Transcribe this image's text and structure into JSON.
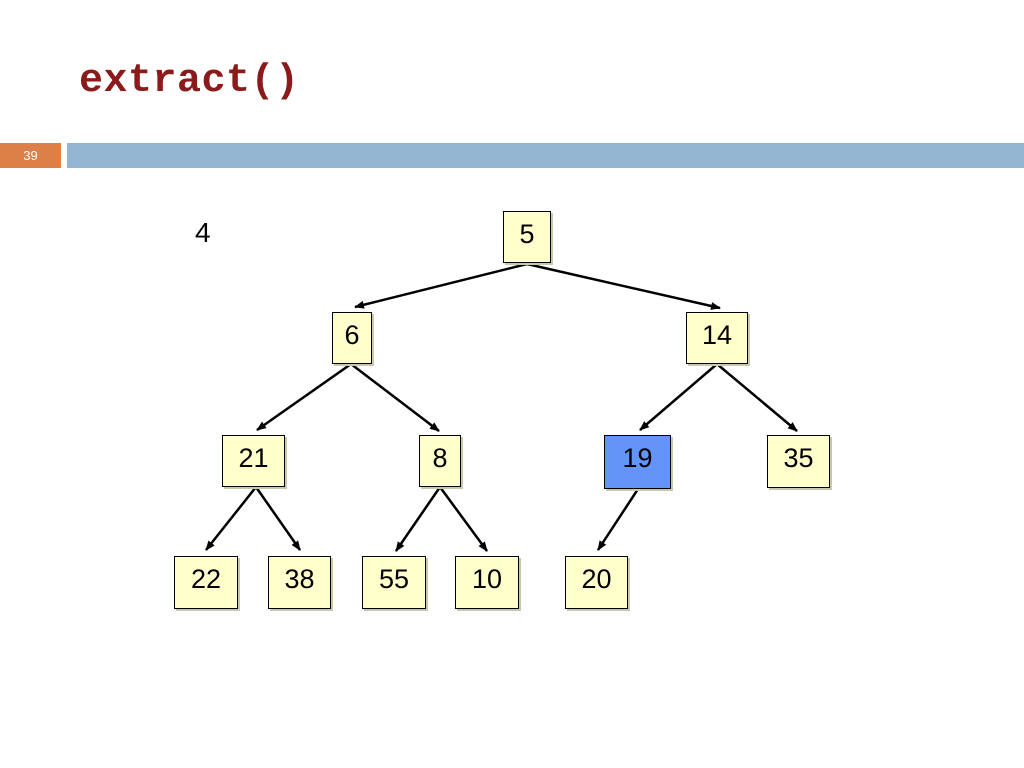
{
  "slide": {
    "title": "extract()",
    "number": "39"
  },
  "extracted_value": "4",
  "heap": {
    "nodes": {
      "root": "5",
      "n6": "6",
      "n14": "14",
      "n21": "21",
      "n8": "8",
      "n19": "19",
      "n35": "35",
      "n22": "22",
      "n38": "38",
      "n55": "55",
      "n10": "10",
      "n20": "20"
    },
    "highlighted_node": "19"
  },
  "colors": {
    "title": "#8b1a1a",
    "node_fill": "#ffffcc",
    "highlight_fill": "#6394f8",
    "bar_blue": "#94b6d2",
    "number_orange": "#dd8047"
  }
}
